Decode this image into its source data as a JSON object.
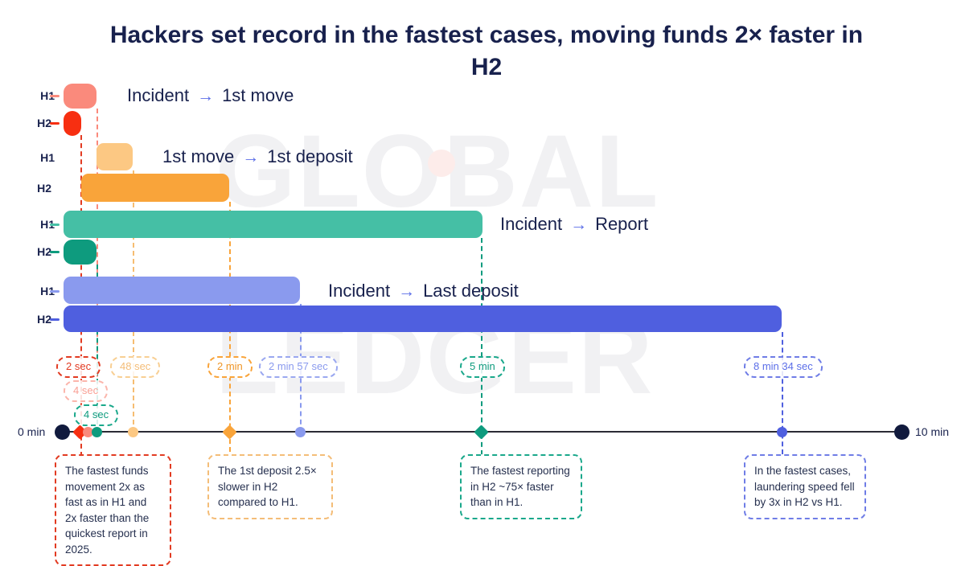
{
  "title": "Hackers set record in the fastest cases, moving funds 2× faster in H2",
  "watermark": {
    "line1": "GLOBAL",
    "line2": "LEDGER"
  },
  "axis": {
    "start_label": "0 min",
    "end_label": "10 min"
  },
  "rows": [
    {
      "label": "H1"
    },
    {
      "label": "H2"
    },
    {
      "label": "H1"
    },
    {
      "label": "H2"
    },
    {
      "label": "H1"
    },
    {
      "label": "H2"
    },
    {
      "label": "H1"
    },
    {
      "label": "H2"
    }
  ],
  "group_labels": {
    "g1_from": "Incident",
    "g1_arrow": "→",
    "g1_to": "1st move",
    "g2_from": "1st move",
    "g2_arrow": "→",
    "g2_to": "1st deposit",
    "g3_from": "Incident",
    "g3_arrow": "→",
    "g3_to": "Report",
    "g4_from": "Incident",
    "g4_arrow": "→",
    "g4_to": "Last deposit"
  },
  "pills": {
    "p_2sec": "2 sec",
    "p_4sec_pink": "4 sec",
    "p_4sec_teal": "4 sec",
    "p_48sec": "48 sec",
    "p_2min": "2 min",
    "p_2min57": "2 min 57 sec",
    "p_5min": "5 min",
    "p_8min34": "8 min 34 sec"
  },
  "notes": {
    "n_red": "The fastest funds movement 2x as fast as in H1 and 2x faster than the quickest report in 2025.",
    "n_orange": "The 1st deposit 2.5× slower in H2 compared to H1.",
    "n_teal": "The fastest reporting in H2 ~75× faster than in H1.",
    "n_blue": "In the fastest cases, laundering speed fell by 3x in H2 vs H1."
  },
  "colors": {
    "red_light": "#fa8a7c",
    "red": "#f72f11",
    "orange_light": "#fcc883",
    "orange": "#f9a43a",
    "teal_light": "#45bfa5",
    "teal": "#0e9b7e",
    "blue_light": "#8a9aee",
    "blue": "#4f5fdf",
    "ink": "#18214d",
    "arrow": "#5b6ee8"
  },
  "chart_data": {
    "type": "bar",
    "title": "Hackers set record in the fastest cases, moving funds 2× faster in H2",
    "orientation": "horizontal",
    "xlabel": "",
    "ylabel": "",
    "xlim_minutes": [
      0,
      10
    ],
    "x_tick_labels": [
      "0 min",
      "10 min"
    ],
    "grid": false,
    "legend": "none",
    "unit": "minutes",
    "categories": [
      "Incident → 1st move",
      "1st move → 1st deposit",
      "Incident → Report",
      "Incident → Last deposit"
    ],
    "series": [
      {
        "name": "H1",
        "values_minutes": [
          0.0667,
          0.8,
          5.0,
          2.95
        ],
        "values_labels": [
          "4 sec",
          "48 sec",
          "5 min",
          "2 min 57 sec"
        ]
      },
      {
        "name": "H2",
        "values_minutes": [
          0.0333,
          2.0,
          0.0667,
          8.5667
        ],
        "values_labels": [
          "2 sec",
          "2 min",
          "4 sec",
          "8 min 34 sec"
        ]
      }
    ],
    "markers": [
      {
        "label": "2 sec",
        "minutes": 0.0333,
        "color": "#f72f11"
      },
      {
        "label": "4 sec",
        "minutes": 0.0667,
        "color": "#fa8a7c"
      },
      {
        "label": "4 sec",
        "minutes": 0.0667,
        "color": "#0e9b7e"
      },
      {
        "label": "48 sec",
        "minutes": 0.8,
        "color": "#fcc883"
      },
      {
        "label": "2 min",
        "minutes": 2.0,
        "color": "#f9a43a"
      },
      {
        "label": "2 min 57 sec",
        "minutes": 2.95,
        "color": "#8a9aee"
      },
      {
        "label": "5 min",
        "minutes": 5.0,
        "color": "#0e9b7e"
      },
      {
        "label": "8 min 34 sec",
        "minutes": 8.5667,
        "color": "#4f5fdf"
      }
    ],
    "annotations": [
      "The fastest funds movement 2x as fast as in H1 and 2x faster than the quickest report in 2025.",
      "The 1st deposit 2.5× slower in H2 compared to H1.",
      "The fastest reporting in H2 ~75× faster than in H1.",
      "In the fastest cases, laundering speed fell by 3x in H2 vs H1."
    ]
  }
}
